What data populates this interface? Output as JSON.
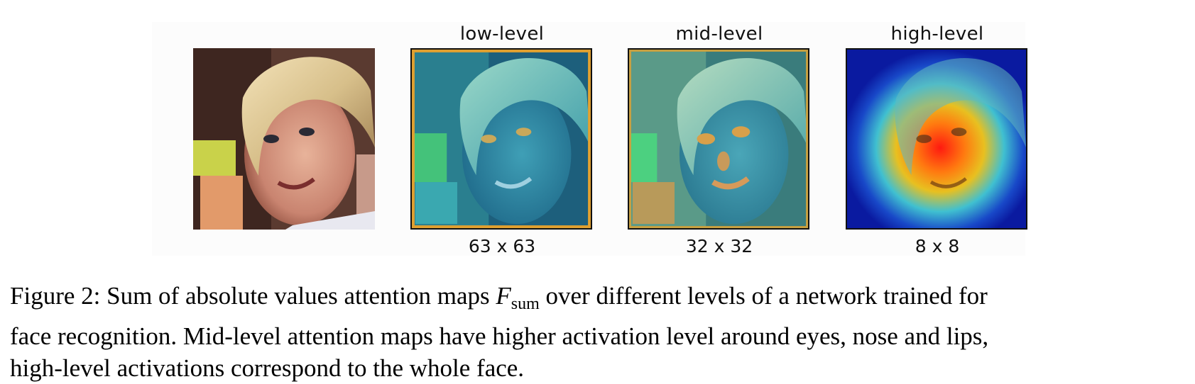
{
  "figure": {
    "panels": [
      {
        "title": "",
        "caption": ""
      },
      {
        "title": "low-level",
        "caption": "63 x 63"
      },
      {
        "title": "mid-level",
        "caption": "32 x 32"
      },
      {
        "title": "high-level",
        "caption": "8 x 8"
      }
    ]
  },
  "caption": {
    "label": "Figure 2:",
    "text_before_math": "Sum of absolute values attention maps",
    "math_symbol": "F",
    "math_subscript": "sum",
    "line1_after_math": "over different levels of a network trained for",
    "line2": "face recognition. Mid-level attention maps have higher activation level around eyes, nose and lips,",
    "line3": "high-level activations correspond to the whole face."
  }
}
